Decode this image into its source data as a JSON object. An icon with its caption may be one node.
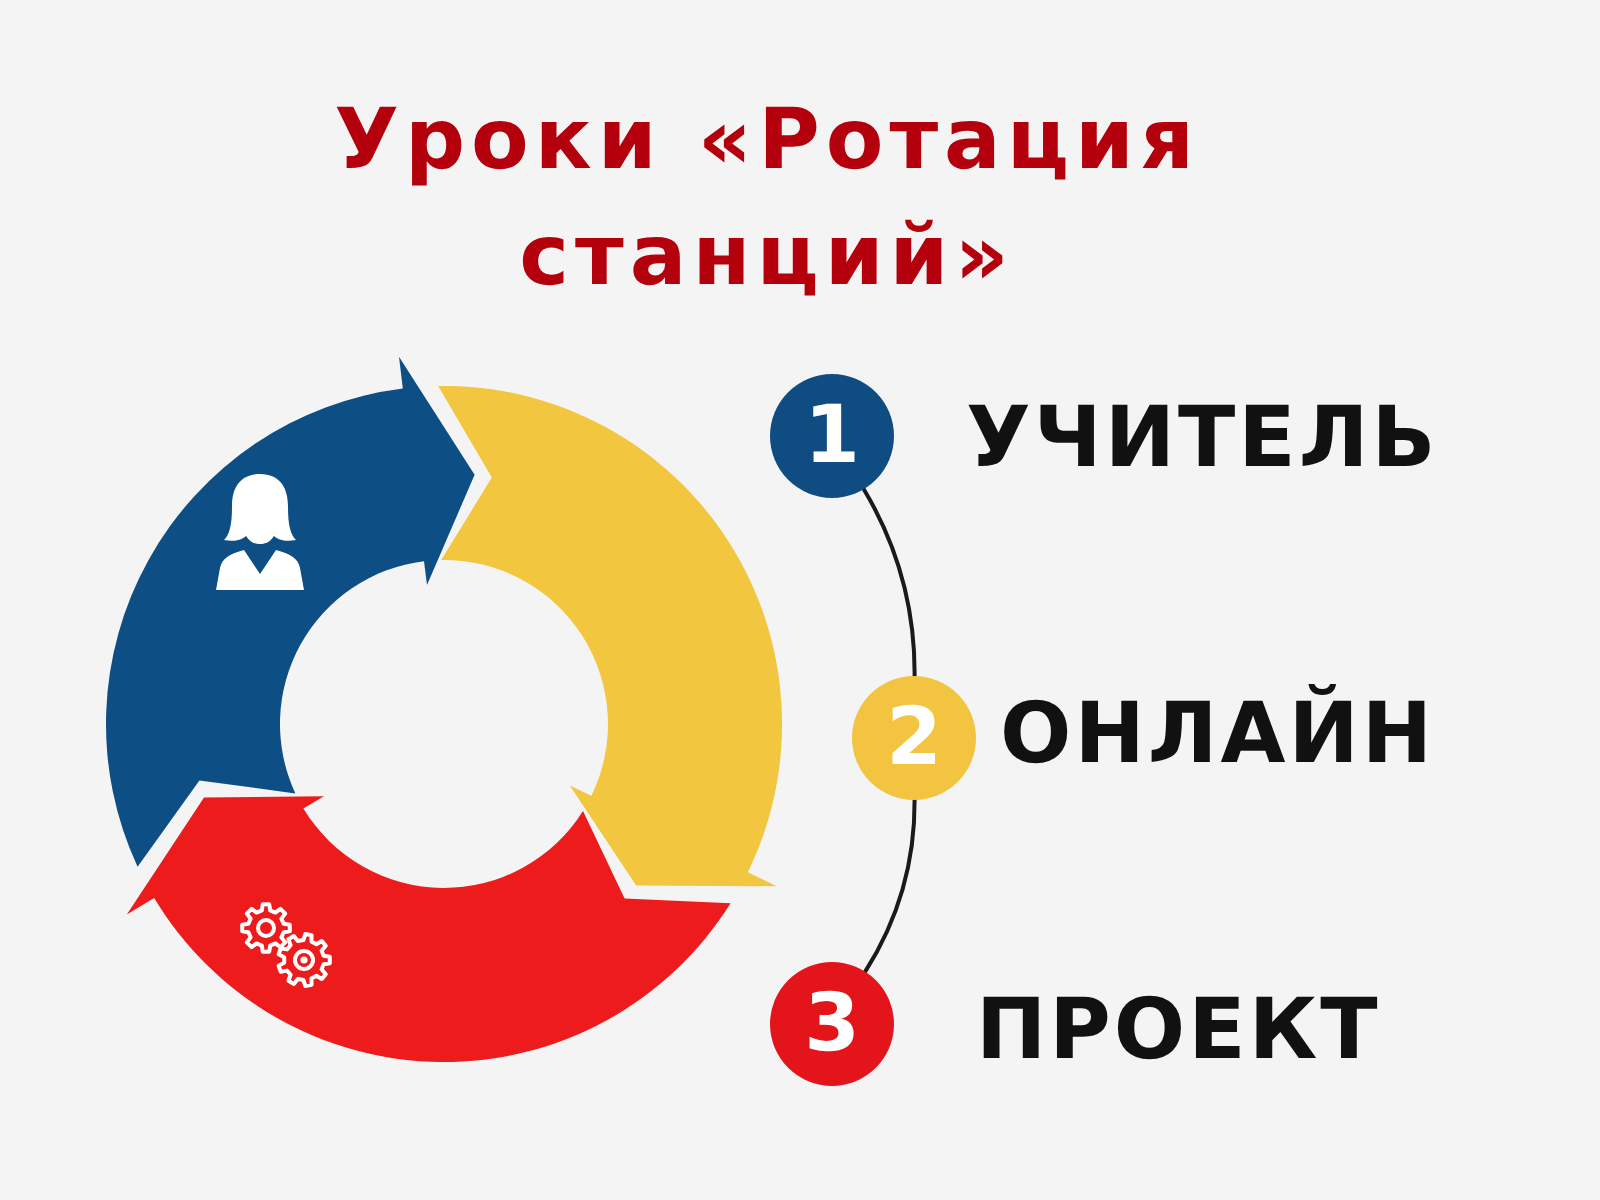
{
  "diagram": {
    "title": "Уроки «Ротация станций»",
    "nodes": [
      {
        "text": [
          "1"
        ],
        "beside": [
          "УЧИТЕЛЬ"
        ]
      },
      {
        "text": [
          "2"
        ],
        "beside": [
          "ОНЛАЙН"
        ]
      },
      {
        "text": [
          "3"
        ],
        "beside": [
          "ПРОЕКТ"
        ]
      }
    ],
    "edges": [
      {
        "from": 0,
        "to": 1,
        "arrow": "none"
      },
      {
        "from": 1,
        "to": 2,
        "arrow": "none"
      }
    ]
  }
}
